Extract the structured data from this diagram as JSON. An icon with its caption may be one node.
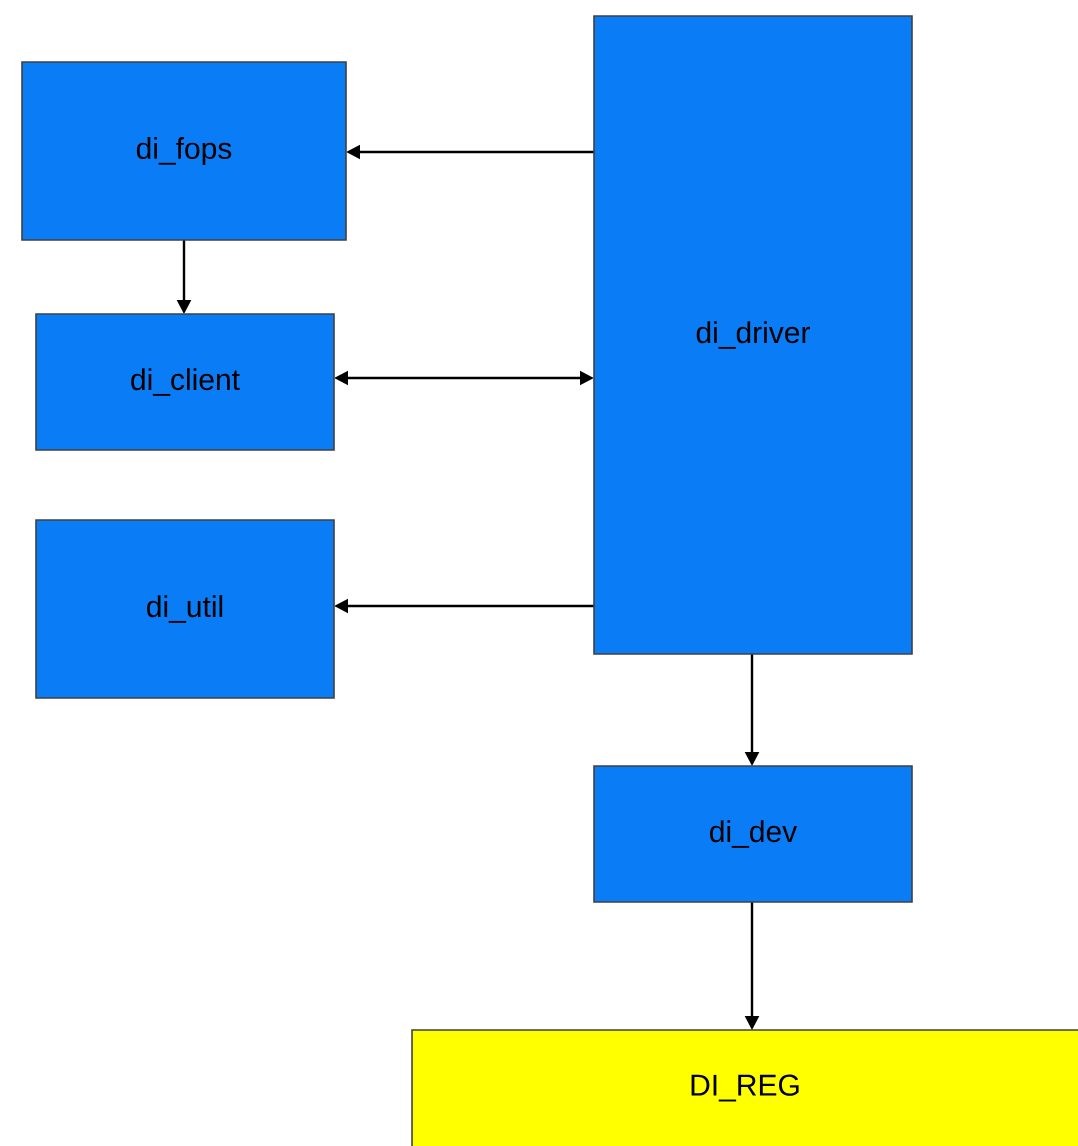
{
  "diagram": {
    "nodes": [
      {
        "text": [
          "di_fops"
        ]
      },
      {
        "text": [
          "di_client"
        ]
      },
      {
        "text": [
          "di_util"
        ]
      },
      {
        "text": [
          "di_driver"
        ]
      },
      {
        "text": [
          "di_dev"
        ]
      },
      {
        "text": [
          "DI_REG"
        ]
      }
    ],
    "edges": [
      {
        "from": 3,
        "to": 0,
        "arrow": "to"
      },
      {
        "from": 0,
        "to": 1,
        "arrow": "to"
      },
      {
        "from": 1,
        "to": 3,
        "arrow": "both"
      },
      {
        "from": 3,
        "to": 2,
        "arrow": "to"
      },
      {
        "from": 3,
        "to": 4,
        "arrow": "to"
      },
      {
        "from": 4,
        "to": 5,
        "arrow": "to"
      }
    ]
  }
}
